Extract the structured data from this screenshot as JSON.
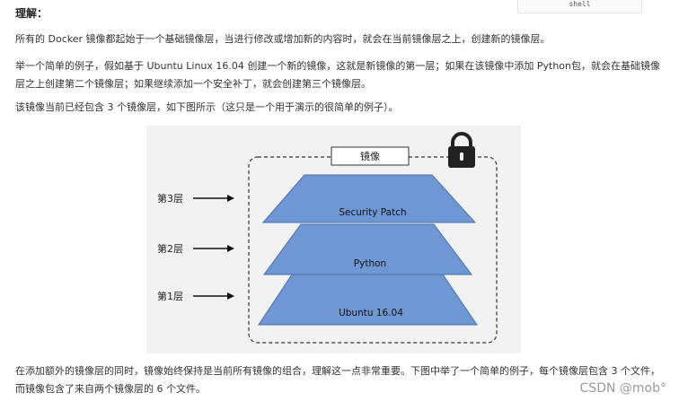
{
  "code_tag": "shell",
  "heading": "理解：",
  "paragraphs": {
    "p1": "所有的 Docker 镜像都起始于一个基础镜像层，当进行修改或增加新的内容时，就会在当前镜像层之上，创建新的镜像层。",
    "p2": "举一个简单的例子，假如基于 Ubuntu Linux 16.04 创建一个新的镜像，这就是新镜像的第一层；如果在该镜像中添加 Python包，就会在基础镜像层之上创建第二个镜像层；如果继续添加一个安全补丁，就会创建第三个镜像层。",
    "p3": "该镜像当前已经包含 3 个镜像层，如下图所示（这只是一个用于演示的很简单的例子）。",
    "p4": "在添加额外的镜像层的同时，镜像始终保持是当前所有镜像的组合，理解这一点非常重要。下图中举了一个简单的例子，每个镜像层包含 3 个文件，而镜像包含了来自两个镜像层的 6 个文件。"
  },
  "figure": {
    "image_label": "镜像",
    "lock_icon": "padlock-icon",
    "layer_fill": "#6f97d4",
    "layers": [
      {
        "side_label": "第3层",
        "name": "Security Patch"
      },
      {
        "side_label": "第2层",
        "name": "Python"
      },
      {
        "side_label": "第1层",
        "name": "Ubuntu 16.04"
      }
    ]
  },
  "watermark": "CSDN @mob°"
}
